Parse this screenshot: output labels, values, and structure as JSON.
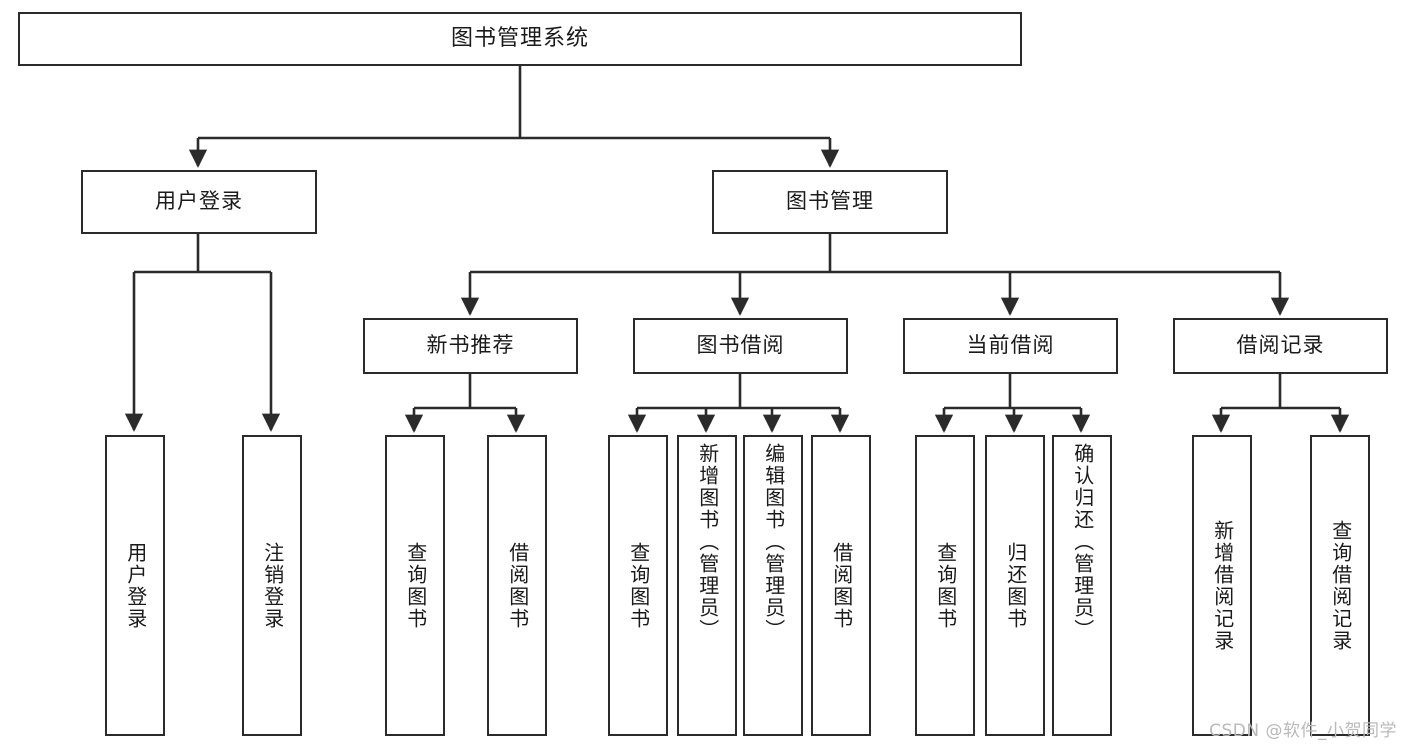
{
  "diagram": {
    "title": "图书管理系统",
    "watermark": "CSDN @软件_小贺同学",
    "root": {
      "label": "图书管理系统"
    },
    "level2": {
      "user_login": "用户登录",
      "book_manage": "图书管理"
    },
    "level3": {
      "new_book_recommend": "新书推荐",
      "book_borrow": "图书借阅",
      "current_borrow": "当前借阅",
      "borrow_record": "借阅记录"
    },
    "leaves": {
      "user_login_children": [
        "用户登录",
        "注销登录"
      ],
      "new_book_recommend_children": [
        "查询图书",
        "借阅图书"
      ],
      "book_borrow_children": [
        "查询图书",
        "新增图书（管理员）",
        "编辑图书（管理员）",
        "借阅图书"
      ],
      "current_borrow_children": [
        "查询图书",
        "归还图书",
        "确认归还（管理员）"
      ],
      "borrow_record_children": [
        "新增借阅记录",
        "查询借阅记录"
      ]
    },
    "colors": {
      "stroke": "#2b2b2b",
      "fill": "#ffffff",
      "text": "#1a1a1a",
      "watermark": "#b9b9b9"
    }
  }
}
